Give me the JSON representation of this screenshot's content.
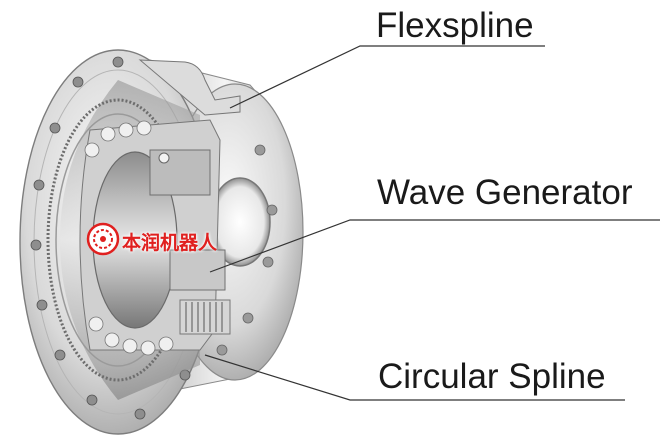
{
  "labels": {
    "flexspline": "Flexspline",
    "wave_generator": "Wave Generator",
    "circular_spline": "Circular Spline"
  },
  "watermark": {
    "text": "本润机器人",
    "color": "#e0201f"
  },
  "colors": {
    "metal_light": "#f2f2f2",
    "metal_mid": "#c4c4c4",
    "metal_dark": "#7a7a7a",
    "leader_line": "#333333"
  }
}
